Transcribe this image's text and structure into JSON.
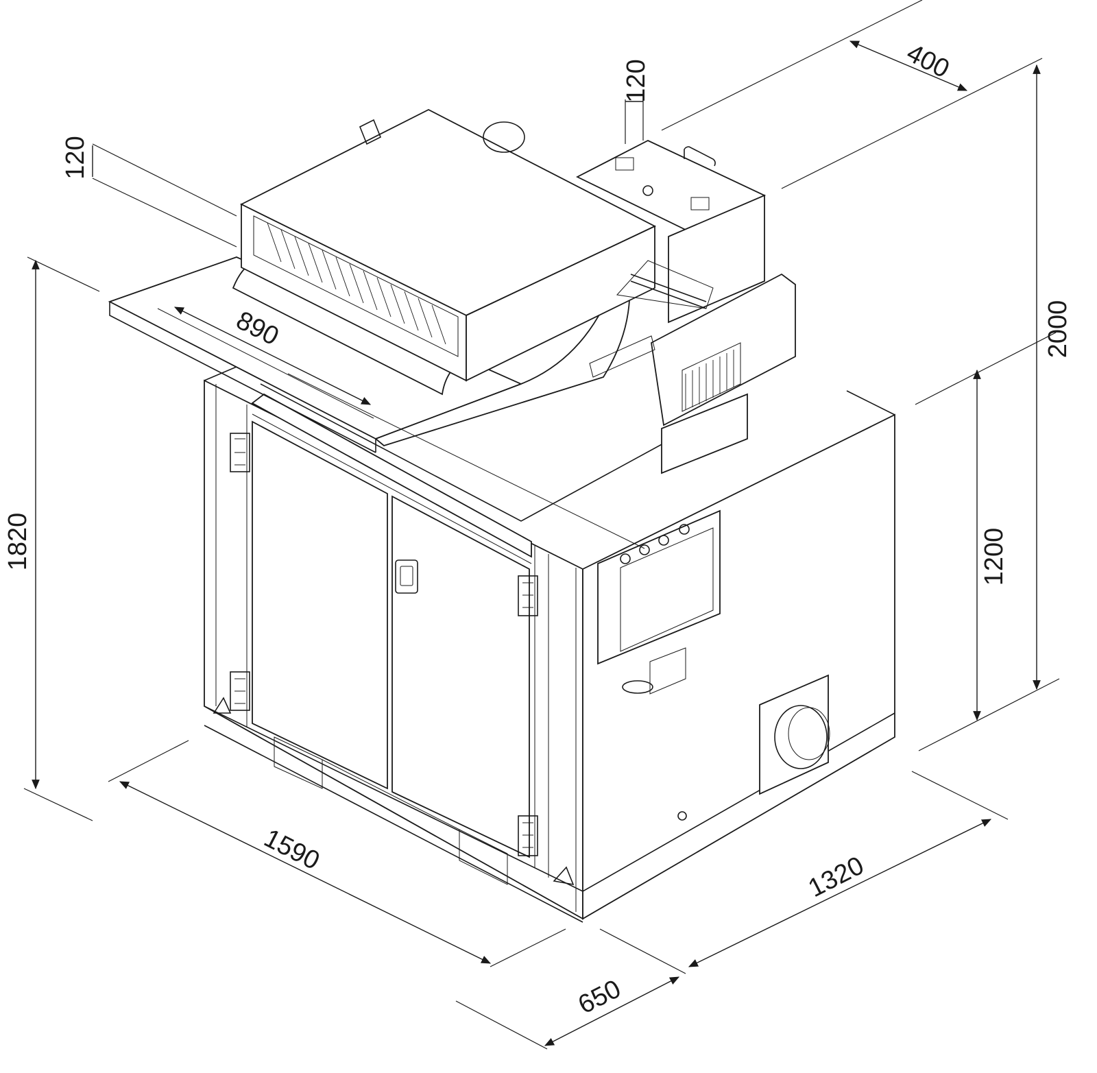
{
  "drawing": {
    "dimensions": {
      "overall_height": "1820",
      "total_height": "2000",
      "body_height": "1200",
      "length": "1590",
      "width": "1320",
      "base_depth": "650",
      "belt_width": "890",
      "hood_offset_left": "120",
      "hood_offset_top": "120",
      "top_depth": "400"
    },
    "colors": {
      "line": "#1a1a1a",
      "background": "#ffffff"
    }
  }
}
